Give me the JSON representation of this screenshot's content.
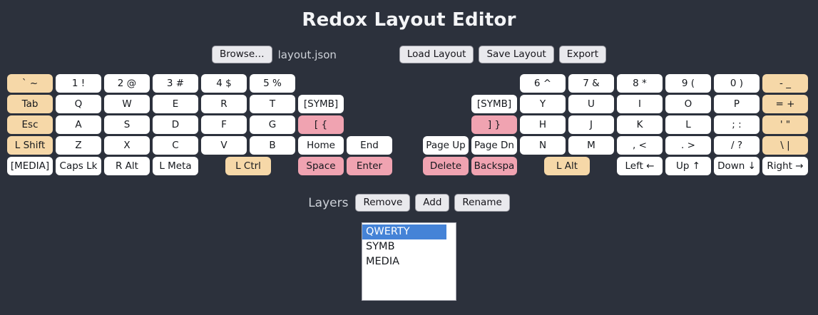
{
  "title": "Redox Layout Editor",
  "file_row": {
    "browse_label": "Browse…",
    "file_name": "layout.json",
    "load_label": "Load Layout",
    "save_label": "Save Layout",
    "export_label": "Export"
  },
  "layers": {
    "label": "Layers",
    "remove_label": "Remove",
    "add_label": "Add",
    "rename_label": "Rename",
    "items": [
      "QWERTY",
      "SYMB",
      "MEDIA"
    ],
    "selected": "QWERTY"
  },
  "colors": {
    "background": "#2c313c",
    "key_plain": "#ffffff",
    "key_mod": "#f6d8a8",
    "key_accent": "#f0a3b1",
    "key_text": "#15181d",
    "button_bg": "#e9e9ed",
    "button_border": "#9b9ba3",
    "button_text": "#15141a",
    "muted_text": "#ced2d9",
    "title_text": "#f4f5f7",
    "selection_bg": "#4583d7",
    "selection_text": "#ffffff",
    "list_bg": "#ffffff",
    "list_border": "#a9a9b2"
  },
  "keyboard": {
    "keys": [
      {
        "name": "grave",
        "side": "L",
        "row": 0,
        "u": 0,
        "label": "` ~",
        "type": "mod"
      },
      {
        "name": "one",
        "side": "L",
        "row": 0,
        "u": 1,
        "label": "1 !",
        "type": "plain"
      },
      {
        "name": "two",
        "side": "L",
        "row": 0,
        "u": 2,
        "label": "2 @",
        "type": "plain"
      },
      {
        "name": "three",
        "side": "L",
        "row": 0,
        "u": 3,
        "label": "3 #",
        "type": "plain"
      },
      {
        "name": "four",
        "side": "L",
        "row": 0,
        "u": 4,
        "label": "4 $",
        "type": "plain"
      },
      {
        "name": "five",
        "side": "L",
        "row": 0,
        "u": 5,
        "label": "5 %",
        "type": "plain"
      },
      {
        "name": "tab",
        "side": "L",
        "row": 1,
        "u": 0,
        "label": "Tab",
        "type": "mod"
      },
      {
        "name": "q",
        "side": "L",
        "row": 1,
        "u": 1,
        "label": "Q",
        "type": "plain"
      },
      {
        "name": "w",
        "side": "L",
        "row": 1,
        "u": 2,
        "label": "W",
        "type": "plain"
      },
      {
        "name": "e",
        "side": "L",
        "row": 1,
        "u": 3,
        "label": "E",
        "type": "plain"
      },
      {
        "name": "r",
        "side": "L",
        "row": 1,
        "u": 4,
        "label": "R",
        "type": "plain"
      },
      {
        "name": "t",
        "side": "L",
        "row": 1,
        "u": 5,
        "label": "T",
        "type": "plain"
      },
      {
        "name": "symb-left",
        "side": "L",
        "row": 1,
        "u": 6,
        "label": "[SYMB]",
        "type": "plain"
      },
      {
        "name": "esc",
        "side": "L",
        "row": 2,
        "u": 0,
        "label": "Esc",
        "type": "mod"
      },
      {
        "name": "a",
        "side": "L",
        "row": 2,
        "u": 1,
        "label": "A",
        "type": "plain"
      },
      {
        "name": "s",
        "side": "L",
        "row": 2,
        "u": 2,
        "label": "S",
        "type": "plain"
      },
      {
        "name": "d",
        "side": "L",
        "row": 2,
        "u": 3,
        "label": "D",
        "type": "plain"
      },
      {
        "name": "f",
        "side": "L",
        "row": 2,
        "u": 4,
        "label": "F",
        "type": "plain"
      },
      {
        "name": "g",
        "side": "L",
        "row": 2,
        "u": 5,
        "label": "G",
        "type": "plain"
      },
      {
        "name": "left-bracket",
        "side": "L",
        "row": 2,
        "u": 6,
        "label": "[ {",
        "type": "accent"
      },
      {
        "name": "left-shift",
        "side": "L",
        "row": 3,
        "u": 0,
        "label": "L Shift",
        "type": "mod"
      },
      {
        "name": "z",
        "side": "L",
        "row": 3,
        "u": 1,
        "label": "Z",
        "type": "plain"
      },
      {
        "name": "x",
        "side": "L",
        "row": 3,
        "u": 2,
        "label": "X",
        "type": "plain"
      },
      {
        "name": "c",
        "side": "L",
        "row": 3,
        "u": 3,
        "label": "C",
        "type": "plain"
      },
      {
        "name": "v",
        "side": "L",
        "row": 3,
        "u": 4,
        "label": "V",
        "type": "plain"
      },
      {
        "name": "b",
        "side": "L",
        "row": 3,
        "u": 5,
        "label": "B",
        "type": "plain"
      },
      {
        "name": "home",
        "side": "L",
        "row": 3,
        "u": 6,
        "label": "Home",
        "type": "plain"
      },
      {
        "name": "end",
        "side": "L",
        "row": 3,
        "u": 7,
        "label": "End",
        "type": "plain"
      },
      {
        "name": "media",
        "side": "L",
        "row": 4,
        "u": 0,
        "label": "[MEDIA]",
        "type": "plain"
      },
      {
        "name": "caps-lock",
        "side": "L",
        "row": 4,
        "u": 1,
        "label": "Caps Lk",
        "type": "plain"
      },
      {
        "name": "right-alt",
        "side": "L",
        "row": 4,
        "u": 2,
        "label": "R Alt",
        "type": "plain"
      },
      {
        "name": "left-meta",
        "side": "L",
        "row": 4,
        "u": 3,
        "label": "L Meta",
        "type": "plain"
      },
      {
        "name": "left-ctrl",
        "side": "L",
        "row": 4,
        "u": 4.5,
        "label": "L Ctrl",
        "type": "mod"
      },
      {
        "name": "space",
        "side": "L",
        "row": 4,
        "u": 6,
        "label": "Space",
        "type": "accent"
      },
      {
        "name": "enter",
        "side": "L",
        "row": 4,
        "u": 7,
        "label": "Enter",
        "type": "accent"
      },
      {
        "name": "six",
        "side": "R",
        "row": 0,
        "u": 5,
        "label": "6 ^",
        "type": "plain"
      },
      {
        "name": "seven",
        "side": "R",
        "row": 0,
        "u": 4,
        "label": "7 &",
        "type": "plain"
      },
      {
        "name": "eight",
        "side": "R",
        "row": 0,
        "u": 3,
        "label": "8 *",
        "type": "plain"
      },
      {
        "name": "nine",
        "side": "R",
        "row": 0,
        "u": 2,
        "label": "9 (",
        "type": "plain"
      },
      {
        "name": "zero",
        "side": "R",
        "row": 0,
        "u": 1,
        "label": "0 )",
        "type": "plain"
      },
      {
        "name": "minus",
        "side": "R",
        "row": 0,
        "u": 0,
        "label": "- _",
        "type": "mod"
      },
      {
        "name": "symb-right",
        "side": "R",
        "row": 1,
        "u": 6,
        "label": "[SYMB]",
        "type": "plain"
      },
      {
        "name": "y",
        "side": "R",
        "row": 1,
        "u": 5,
        "label": "Y",
        "type": "plain"
      },
      {
        "name": "u",
        "side": "R",
        "row": 1,
        "u": 4,
        "label": "U",
        "type": "plain"
      },
      {
        "name": "i",
        "side": "R",
        "row": 1,
        "u": 3,
        "label": "I",
        "type": "plain"
      },
      {
        "name": "o",
        "side": "R",
        "row": 1,
        "u": 2,
        "label": "O",
        "type": "plain"
      },
      {
        "name": "p",
        "side": "R",
        "row": 1,
        "u": 1,
        "label": "P",
        "type": "plain"
      },
      {
        "name": "equals",
        "side": "R",
        "row": 1,
        "u": 0,
        "label": "= +",
        "type": "mod"
      },
      {
        "name": "right-bracket",
        "side": "R",
        "row": 2,
        "u": 6,
        "label": "] }",
        "type": "accent"
      },
      {
        "name": "h",
        "side": "R",
        "row": 2,
        "u": 5,
        "label": "H",
        "type": "plain"
      },
      {
        "name": "j",
        "side": "R",
        "row": 2,
        "u": 4,
        "label": "J",
        "type": "plain"
      },
      {
        "name": "k",
        "side": "R",
        "row": 2,
        "u": 3,
        "label": "K",
        "type": "plain"
      },
      {
        "name": "l",
        "side": "R",
        "row": 2,
        "u": 2,
        "label": "L",
        "type": "plain"
      },
      {
        "name": "semicolon",
        "side": "R",
        "row": 2,
        "u": 1,
        "label": "; :",
        "type": "plain"
      },
      {
        "name": "quote",
        "side": "R",
        "row": 2,
        "u": 0,
        "label": "' \"",
        "type": "mod"
      },
      {
        "name": "page-up",
        "side": "R",
        "row": 3,
        "u": 7,
        "label": "Page Up",
        "type": "plain"
      },
      {
        "name": "page-down",
        "side": "R",
        "row": 3,
        "u": 6,
        "label": "Page Dn",
        "type": "plain"
      },
      {
        "name": "n",
        "side": "R",
        "row": 3,
        "u": 5,
        "label": "N",
        "type": "plain"
      },
      {
        "name": "m",
        "side": "R",
        "row": 3,
        "u": 4,
        "label": "M",
        "type": "plain"
      },
      {
        "name": "comma",
        "side": "R",
        "row": 3,
        "u": 3,
        "label": ", <",
        "type": "plain"
      },
      {
        "name": "period",
        "side": "R",
        "row": 3,
        "u": 2,
        "label": ". >",
        "type": "plain"
      },
      {
        "name": "slash",
        "side": "R",
        "row": 3,
        "u": 1,
        "label": "/ ?",
        "type": "plain"
      },
      {
        "name": "backslash",
        "side": "R",
        "row": 3,
        "u": 0,
        "label": "\\ |",
        "type": "mod"
      },
      {
        "name": "delete",
        "side": "R",
        "row": 4,
        "u": 7,
        "label": "Delete",
        "type": "accent"
      },
      {
        "name": "backspace",
        "side": "R",
        "row": 4,
        "u": 6,
        "label": "Backspa",
        "type": "accent"
      },
      {
        "name": "left-alt",
        "side": "R",
        "row": 4,
        "u": 4.5,
        "label": "L Alt",
        "type": "mod"
      },
      {
        "name": "arrow-left",
        "side": "R",
        "row": 4,
        "u": 3,
        "label": "Left ←",
        "type": "plain"
      },
      {
        "name": "arrow-up",
        "side": "R",
        "row": 4,
        "u": 2,
        "label": "Up ↑",
        "type": "plain"
      },
      {
        "name": "arrow-down",
        "side": "R",
        "row": 4,
        "u": 1,
        "label": "Down ↓",
        "type": "plain"
      },
      {
        "name": "arrow-right",
        "side": "R",
        "row": 4,
        "u": 0,
        "label": "Right →",
        "type": "plain"
      }
    ]
  }
}
